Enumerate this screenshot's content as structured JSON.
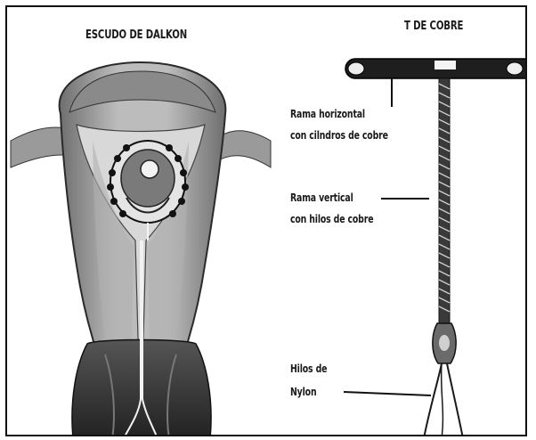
{
  "left_panel": {
    "title": "ESCUDO DE DALKON"
  },
  "right_panel": {
    "title": "T DE COBRE",
    "label_horizontal_line1": "Rama horizontal",
    "label_horizontal_line2": "con cilndros de cobre",
    "label_vertical_line1": "Rama vertical",
    "label_vertical_line2": "con hilos de cobre",
    "label_threads_line1": "Hilos de",
    "label_threads_line2": "Nylon"
  }
}
